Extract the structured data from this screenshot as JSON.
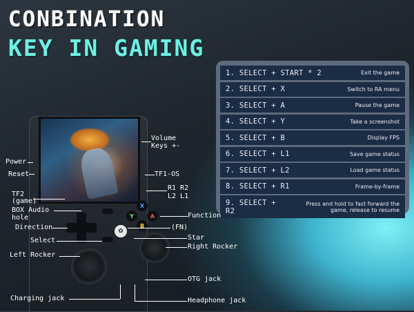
{
  "title": {
    "line1": "CONBINATION",
    "line2": "KEY IN GAMING"
  },
  "combos": [
    {
      "key": "1. SELECT + START * 2",
      "action": "Exit the game"
    },
    {
      "key": "2. SELECT + X",
      "action": "Switch to RA menu"
    },
    {
      "key": "3. SELECT + A",
      "action": "Pause the game"
    },
    {
      "key": "4. SELECT + Y",
      "action": "Take a screenshot"
    },
    {
      "key": "5. SELECT + B",
      "action": "Display FPS"
    },
    {
      "key": "6. SELECT + L1",
      "action": "Save game status"
    },
    {
      "key": "7. SELECT + L2",
      "action": "Load game status"
    },
    {
      "key": "8. SELECT + R1",
      "action": "Frame-by-frame"
    },
    {
      "key": "9. SELECT + R2",
      "action": "Press and hold to fast forward the game, release to resume"
    }
  ],
  "device": {
    "buttons": {
      "x": "X",
      "y": "Y",
      "a": "A",
      "b": "B"
    },
    "labels": {
      "volume": "Volume\nKeys +-",
      "power": "Power",
      "reset": "Reset",
      "tf1": "TF1-OS",
      "r1r2": "R1 R2\nL2 L1",
      "tf2": "TF2\n(game)",
      "box_audio": "BOX Audio\nhole",
      "direction": "Direction",
      "select": "Select",
      "function": "Function",
      "fn": "(FN)",
      "star": "Star",
      "left_rocker": "Left Rocker",
      "right_rocker": "Right Rocker",
      "otg": "OTG jack",
      "charging": "Charging jack",
      "headphone": "Headphone jack"
    },
    "colors": {
      "x": "#4aa0ff",
      "y": "#70e070",
      "a": "#ff5060",
      "b": "#ffd83a"
    }
  }
}
